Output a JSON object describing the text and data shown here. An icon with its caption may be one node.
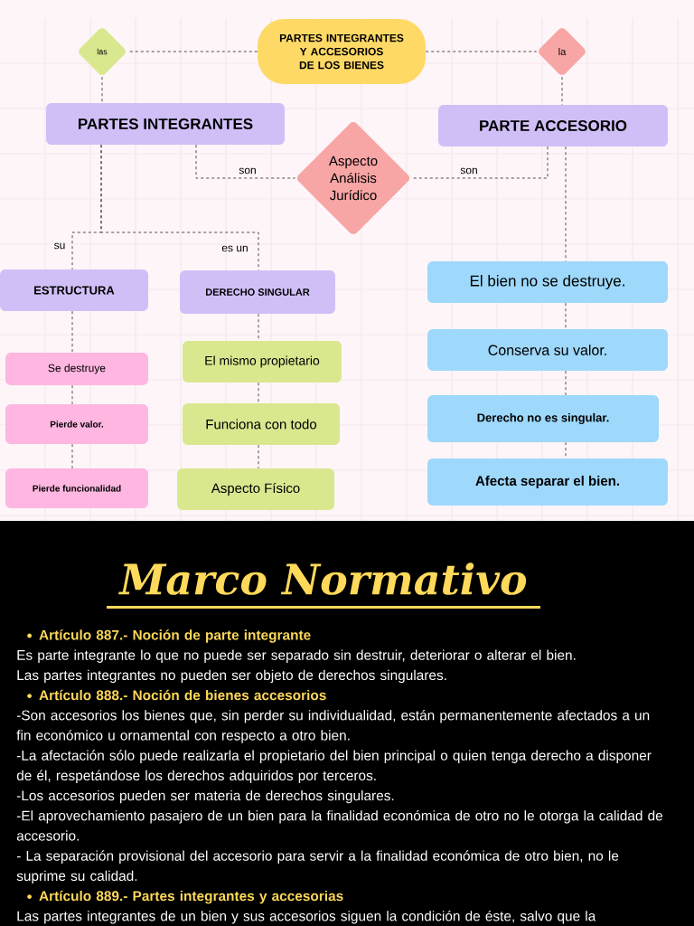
{
  "diagram": {
    "nodes": [
      {
        "text": [
          "PARTES INTEGRANTES Y ACCESORIOS DE LOS BIENES"
        ]
      },
      {
        "text": [
          "las"
        ]
      },
      {
        "text": [
          "la"
        ]
      },
      {
        "text": [
          "PARTES INTEGRANTES"
        ]
      },
      {
        "text": [
          "PARTE ACCESORIO"
        ]
      },
      {
        "text": [
          "Aspecto Análisis Jurídico"
        ]
      },
      {
        "text": [
          "ESTRUCTURA"
        ]
      },
      {
        "text": [
          "DERECHO SINGULAR"
        ]
      },
      {
        "text": [
          "Se destruye"
        ]
      },
      {
        "text": [
          "Pierde valor."
        ]
      },
      {
        "text": [
          "Pierde funcionalidad"
        ]
      },
      {
        "text": [
          "El mismo propietario"
        ]
      },
      {
        "text": [
          "Funciona con todo"
        ]
      },
      {
        "text": [
          "Aspecto Físico"
        ]
      },
      {
        "text": [
          "El bien no se destruye."
        ]
      },
      {
        "text": [
          "Conserva su valor."
        ]
      },
      {
        "text": [
          "Derecho no es singular."
        ]
      },
      {
        "text": [
          "Afecta separar el bien."
        ]
      }
    ],
    "edges": [
      {
        "from": 0,
        "to": 1,
        "arrow": "none",
        "style": "dashed"
      },
      {
        "from": 0,
        "to": 2,
        "arrow": "none",
        "style": "dashed"
      },
      {
        "from": 1,
        "to": 3,
        "arrow": "none",
        "style": "dashed"
      },
      {
        "from": 2,
        "to": 4,
        "arrow": "none",
        "style": "dashed"
      },
      {
        "from": 3,
        "to": 5,
        "label": "son",
        "arrow": "none",
        "style": "dashed"
      },
      {
        "from": 4,
        "to": 5,
        "label": "son",
        "arrow": "none",
        "style": "dashed"
      },
      {
        "from": 3,
        "to": 6,
        "label": "su",
        "arrow": "none",
        "style": "dashed"
      },
      {
        "from": 3,
        "to": 7,
        "label": "es un",
        "arrow": "none",
        "style": "dashed"
      },
      {
        "from": 6,
        "to": 8,
        "arrow": "none",
        "style": "dashed"
      },
      {
        "from": 8,
        "to": 9,
        "arrow": "none",
        "style": "dashed"
      },
      {
        "from": 9,
        "to": 10,
        "arrow": "none",
        "style": "dashed"
      },
      {
        "from": 7,
        "to": 11,
        "arrow": "none",
        "style": "dashed"
      },
      {
        "from": 11,
        "to": 12,
        "arrow": "none",
        "style": "dashed"
      },
      {
        "from": 12,
        "to": 13,
        "arrow": "none",
        "style": "dashed"
      },
      {
        "from": 4,
        "to": 14,
        "arrow": "none",
        "style": "dashed"
      },
      {
        "from": 14,
        "to": 15,
        "arrow": "none",
        "style": "dashed"
      },
      {
        "from": 15,
        "to": 16,
        "arrow": "none",
        "style": "dashed"
      },
      {
        "from": 16,
        "to": 17,
        "arrow": "none",
        "style": "dashed"
      }
    ],
    "labels": [
      "Marco Normativo",
      "Artículo 887.- Noción de parte integrante",
      "Es parte integrante lo que no puede ser separado sin destruir, deteriorar o alterar el bien.",
      "Las partes integrantes no pueden ser objeto de derechos singulares.",
      "Artículo 888.- Noción de bienes accesorios",
      "-Son accesorios los bienes que, sin perder su individualidad, están permanentemente afectados a un fin económico u ornamental con respecto a otro bien.",
      "-La afectación sólo puede realizarla el propietario del bien principal o quien tenga derecho a disponer de él, respetándose los derechos adquiridos por terceros.",
      "-Los accesorios pueden ser materia de derechos singulares.",
      "-El aprovechamiento pasajero de un bien para la finalidad económica de otro no le otorga la calidad de accesorio.",
      "- La separación provisional del accesorio para servir a la finalidad económica de otro bien, no le suprime su calidad.",
      "Artículo 889.- Partes integrantes y accesorias",
      "Las partes integrantes de un bien y sus accesorios siguen la condición de éste, salvo que la"
    ]
  }
}
